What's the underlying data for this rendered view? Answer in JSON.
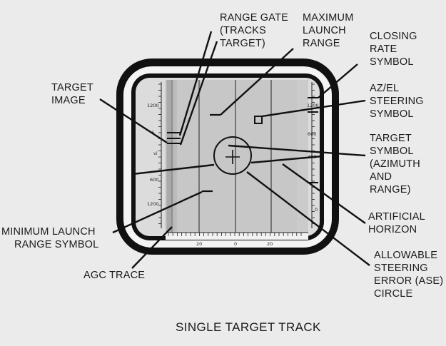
{
  "callouts": {
    "range_gate": [
      "RANGE GATE",
      "(TRACKS",
      "TARGET)"
    ],
    "maximum_launch_range": [
      "MAXIMUM",
      "LAUNCH",
      "RANGE"
    ],
    "closing_rate_symbol": [
      "CLOSING",
      "RATE",
      "SYMBOL"
    ],
    "target_image": [
      "TARGET",
      "IMAGE"
    ],
    "az_el_steering_symbol": [
      "AZ/EL",
      "STEERING",
      "SYMBOL"
    ],
    "target_symbol": [
      "TARGET",
      "SYMBOL",
      "(AZIMUTH",
      "AND",
      "RANGE)"
    ],
    "artificial_horizon": [
      "ARTIFICIAL",
      "HORIZON"
    ],
    "minimum_launch_range_symbol": [
      "MINIMUM LAUNCH",
      "RANGE SYMBOL"
    ],
    "agc_trace": [
      "AGC TRACE"
    ],
    "ase_circle": [
      "ALLOWABLE",
      "STEERING",
      "ERROR (ASE)",
      "CIRCLE"
    ]
  },
  "scales": {
    "left": [
      "1200",
      "6",
      "vi",
      "600",
      "1200"
    ],
    "right": [
      "1200",
      "600",
      "400",
      "0"
    ],
    "bottom": [
      "20",
      "0",
      "20"
    ]
  },
  "caption": "SINGLE TARGET TRACK",
  "colors": {
    "bezel": "#111111",
    "screen": "#dcdcdc",
    "scope": "#cbcbcb",
    "agc_band": "#a9a9a9",
    "background": "#ebebeb"
  }
}
